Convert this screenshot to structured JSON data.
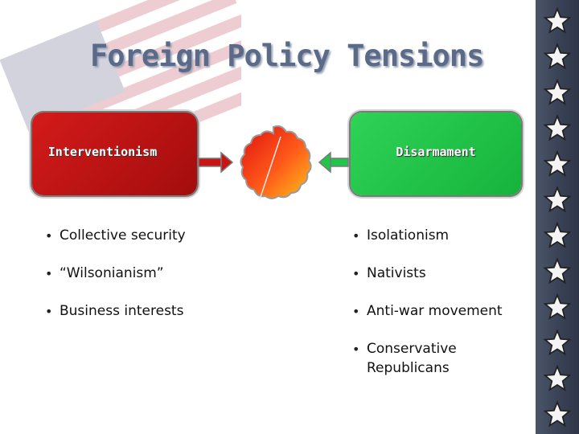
{
  "slide": {
    "title": "Foreign Policy Tensions"
  },
  "boxes": {
    "left": {
      "label": "Interventionism",
      "color": "#c81414"
    },
    "right": {
      "label": "Disarmament",
      "color": "#22c44a"
    }
  },
  "left_list": [
    "Collective security",
    "“Wilsonianism”",
    "Business interests"
  ],
  "right_list": [
    "Isolationism",
    "Nativists",
    "Anti-war movement",
    "Conservative Republicans"
  ],
  "colors": {
    "title": "#5a6a88",
    "red_arrow": "#c81414",
    "green_arrow": "#22c44a",
    "strip": "#3a4357"
  }
}
